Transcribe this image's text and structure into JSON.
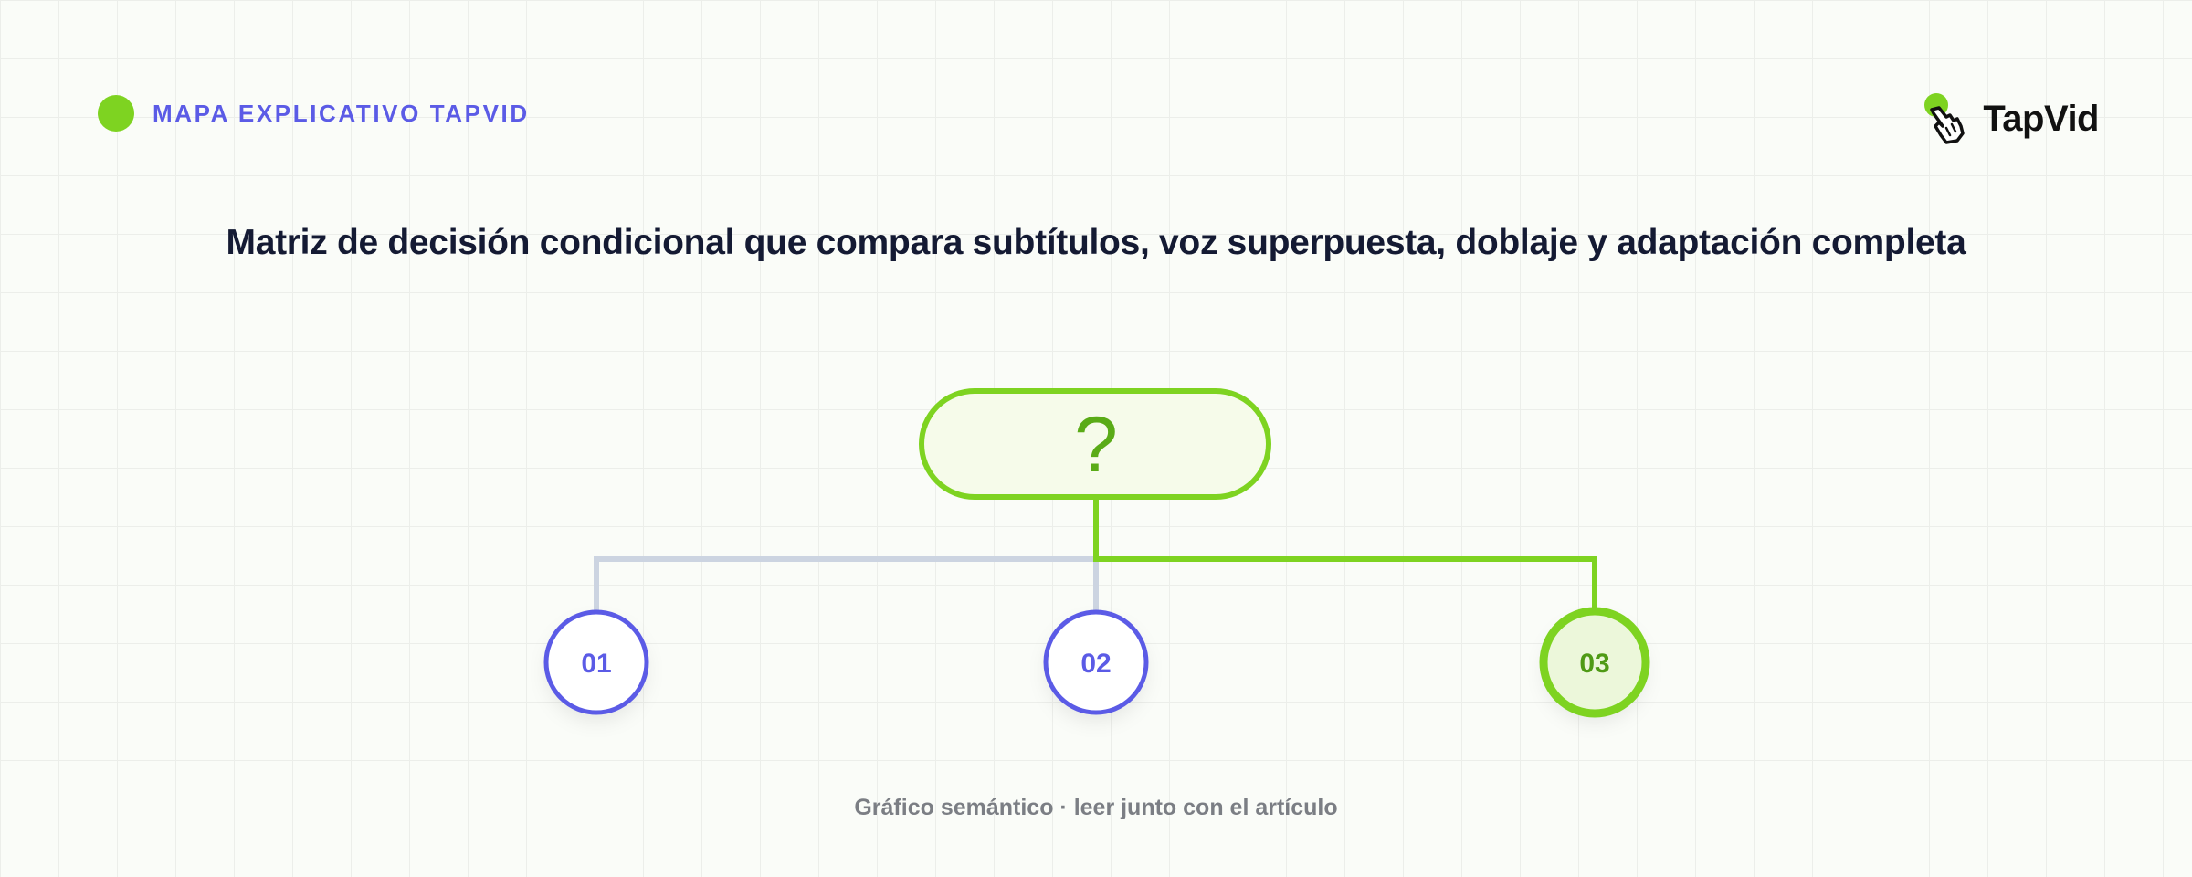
{
  "header": {
    "tag_label": "MAPA EXPLICATIVO TAPVID",
    "logo_text": "TapVid",
    "logo_icon": "pointing-hand-icon"
  },
  "title": "Matriz de decisión condicional que compara subtítulos, voz superpuesta, doblaje y adaptación completa",
  "diagram": {
    "root": {
      "label": "?"
    },
    "nodes": [
      {
        "label": "01",
        "state": "default"
      },
      {
        "label": "02",
        "state": "default"
      },
      {
        "label": "03",
        "state": "highlighted"
      }
    ]
  },
  "footer": "Gráfico semántico · leer junto con el artículo",
  "colors": {
    "accent_green": "#7ed321",
    "accent_purple": "#5b5be6",
    "connector_gray": "#ccd4e1",
    "title": "#141a33"
  }
}
